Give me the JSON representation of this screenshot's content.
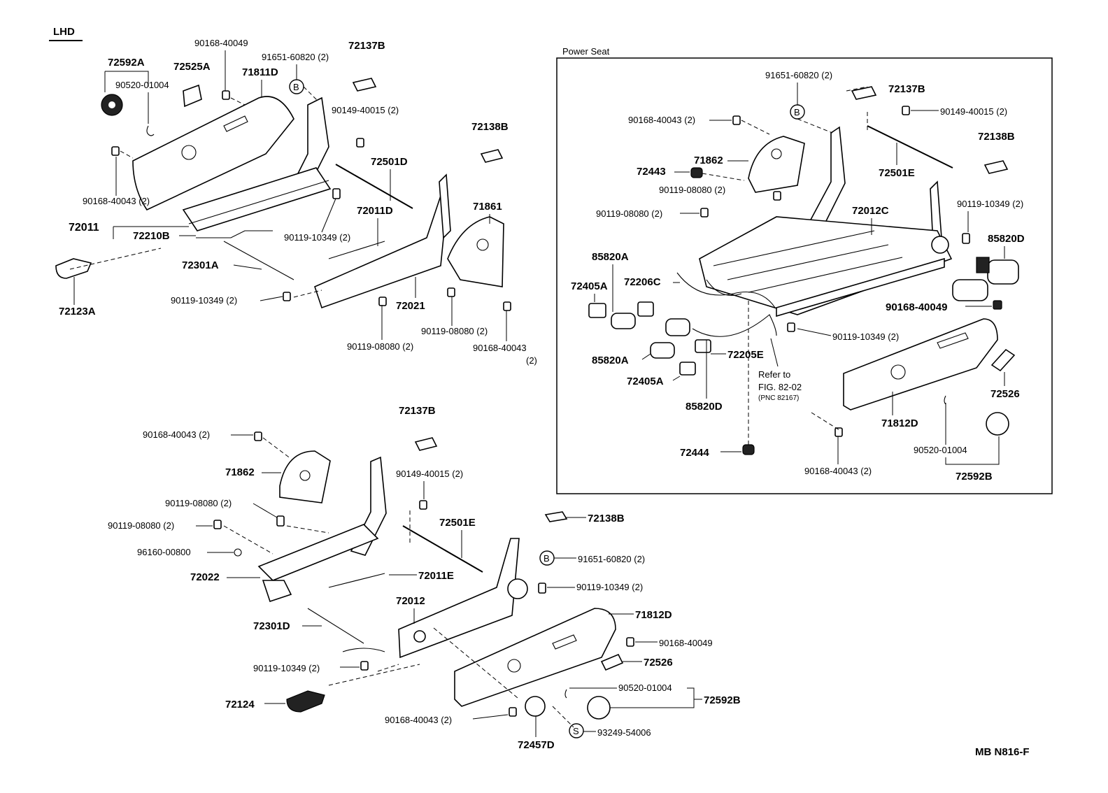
{
  "header": {
    "lhd": "LHD"
  },
  "power_seat": {
    "title": "Power Seat"
  },
  "refer": {
    "line1": "Refer to",
    "line2": "FIG. 82-02",
    "line3": "(PNC 82167)"
  },
  "footer": {
    "code": "MB N816-F"
  },
  "markers": {
    "b": "B",
    "s": "S"
  },
  "labels": {
    "l72592A": "72592A",
    "l72525A": "72525A",
    "l90168_40049_a": "90168-40049",
    "l72137B_a": "72137B",
    "l91651_a": "91651-60820 (2)",
    "l71811D": "71811D",
    "l90520_a": "90520-01004",
    "l90149_a": "90149-40015 (2)",
    "l72138B_a": "72138B",
    "l72501D": "72501D",
    "l90168_40043_a": "90168-40043 (2)",
    "l72011D": "72011D",
    "l71861": "71861",
    "l72011": "72011",
    "l72210B": "72210B",
    "l90119_10349_a": "90119-10349 (2)",
    "l72301A": "72301A",
    "l72123A": "72123A",
    "l90119_10349_b": "90119-10349 (2)",
    "l72021": "72021",
    "l90119_08080_a": "90119-08080 (2)",
    "l90119_08080_b": "90119-08080 (2)",
    "l90168_40043_b1": "90168-40043",
    "l90168_40043_b2": "(2)",
    "p91651": "91651-60820 (2)",
    "p72137B": "72137B",
    "p90168_40043_a": "90168-40043 (2)",
    "p90149": "90149-40015 (2)",
    "p72138B": "72138B",
    "p71862": "71862",
    "p72443": "72443",
    "p90119_08080_a": "90119-08080 (2)",
    "p72501E": "72501E",
    "p90119_08080_b": "90119-08080 (2)",
    "p72012C": "72012C",
    "p90119_10349_a": "90119-10349 (2)",
    "p85820D_a": "85820D",
    "p85820A_a": "85820A",
    "p72405A_a": "72405A",
    "p72206C": "72206C",
    "p90168_40049": "90168-40049",
    "p90119_10349_b": "90119-10349 (2)",
    "p85820A_b": "85820A",
    "p72205E": "72205E",
    "p72405A_b": "72405A",
    "p85820D_b": "85820D",
    "p72526": "72526",
    "p71812D": "71812D",
    "p72444": "72444",
    "p90520": "90520-01004",
    "p90168_40043_b": "90168-40043 (2)",
    "p72592B": "72592B",
    "b72137B": "72137B",
    "b90168_40043_a": "90168-40043 (2)",
    "b90149": "90149-40015 (2)",
    "b71862": "71862",
    "b90119_08080_a": "90119-08080 (2)",
    "b90119_08080_b": "90119-08080 (2)",
    "b72501E": "72501E",
    "b72138B": "72138B",
    "b96160": "96160-00800",
    "b91651": "91651-60820 (2)",
    "b72022": "72022",
    "b72011E": "72011E",
    "b90119_10349_a": "90119-10349 (2)",
    "b72012": "72012",
    "b71812D": "71812D",
    "b72301D": "72301D",
    "b90168_40049": "90168-40049",
    "b90119_10349_b": "90119-10349 (2)",
    "b72526": "72526",
    "b90520": "90520-01004",
    "b72592B": "72592B",
    "b72124": "72124",
    "b90168_40043_b": "90168-40043 (2)",
    "b93249": "93249-54006",
    "b72457D": "72457D"
  }
}
